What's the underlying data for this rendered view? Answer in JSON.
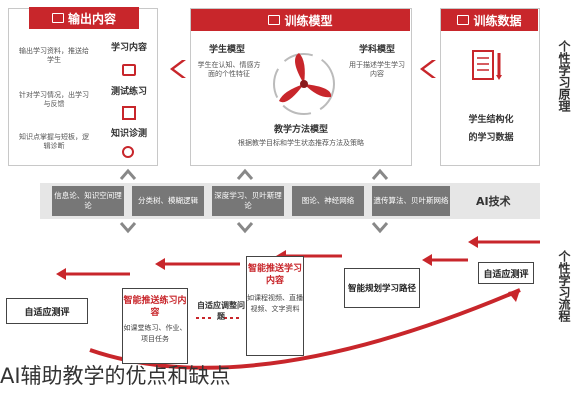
{
  "output_panel": {
    "title": "输出内容",
    "items": [
      {
        "label": "学习内容",
        "note": "输出学习资料，推送给学生",
        "icon": "book-icon"
      },
      {
        "label": "测试练习",
        "note": "针对学习情况，出学习与反馈",
        "icon": "checklist-icon"
      },
      {
        "label": "知识诊测",
        "note": "知识点掌握与短板，逻辑诊断",
        "icon": "magnify-icon"
      }
    ]
  },
  "training_panel": {
    "title": "训练模型",
    "student_model": "学生模型",
    "student_model_note": "学生在认知、情感方面的个性特征",
    "method_model": "教学方法模型",
    "method_model_note": "根据教学目标和学生状态推荐方法及策略",
    "subject_model": "学科模型",
    "subject_model_note": "用于描述学生学习内容",
    "center_icon": "propeller-icon"
  },
  "data_panel": {
    "title": "训练数据",
    "item1": "学生结构化",
    "item2": "的学习数据",
    "icon": "document-icon"
  },
  "left_vertical_label": "个性学习原理",
  "ai_bar": {
    "label": "AI技术",
    "blocks": [
      "信息论、知识空间理论",
      "分类树、模糊逻辑",
      "深度学习、贝叶斯理论",
      "图论、神经网络",
      "遗传算法、贝叶斯网络"
    ]
  },
  "right_vertical_label2": "个性学习流程",
  "flow": {
    "top_right": "自适应测评",
    "planning": "智能规划学习路径",
    "push": "智能推送学习内容",
    "push_notes": "如课程视频、直播视频、文字资料",
    "adaptive": "自适应调整问题",
    "practice": "智能推送练习内容",
    "practice_notes": "如课堂练习、作业、项目任务",
    "bottom_left": "自适应测评"
  },
  "caption": "AI辅助教学的优点和缺点",
  "colors": {
    "accent": "#c8262b",
    "gray": "#777777"
  }
}
